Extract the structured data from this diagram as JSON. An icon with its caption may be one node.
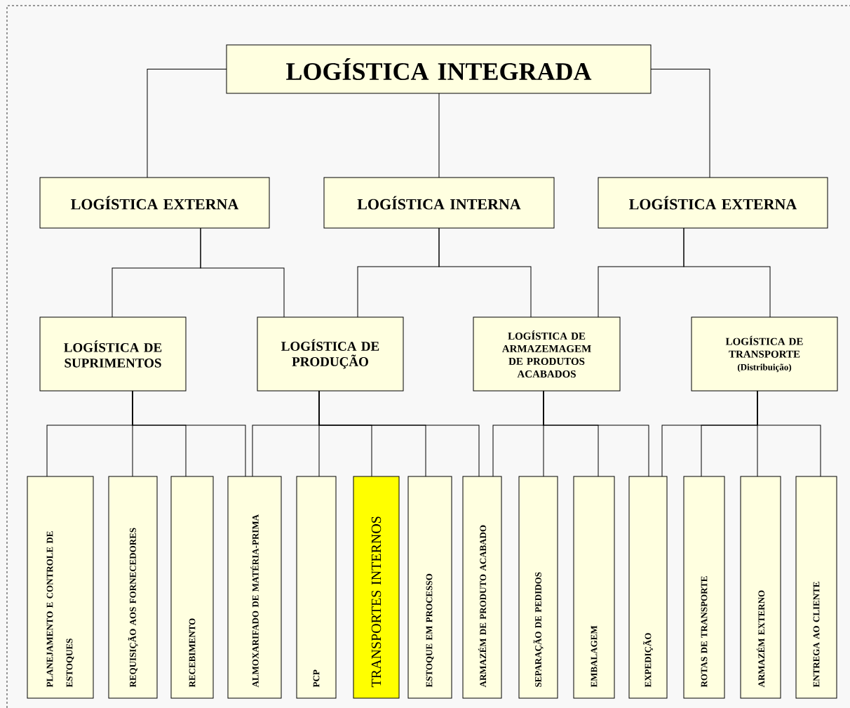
{
  "diagram": {
    "nodes": [
      {
        "text": [
          "LOGÍSTICA INTEGRADA"
        ]
      },
      {
        "text": [
          "LOGÍSTICA EXTERNA"
        ]
      },
      {
        "text": [
          "LOGÍSTICA INTERNA"
        ]
      },
      {
        "text": [
          "LOGÍSTICA EXTERNA"
        ]
      },
      {
        "text": [
          "LOGÍSTICA DE SUPRIMENTOS"
        ]
      },
      {
        "text": [
          "LOGÍSTICA DE PRODUÇÃO"
        ]
      },
      {
        "text": [
          "LOGÍSTICA DE ARMAZEMAGEM DE PRODUTOS ACABADOS"
        ]
      },
      {
        "text": [
          "LOGÍSTICA DE TRANSPORTE",
          "(Distribuição)"
        ]
      },
      {
        "text": [
          "PLANEJAMENTO E CONTROLE DE ESTOQUES"
        ]
      },
      {
        "text": [
          "REQUISIÇÃO AOS FORNECEDORES"
        ]
      },
      {
        "text": [
          "RECEBIMENTO"
        ]
      },
      {
        "text": [
          "ALMOXARIFADO DE MATÉRIA-PRIMA"
        ]
      },
      {
        "text": [
          "PCP"
        ]
      },
      {
        "text": [
          "TRANSPORTES INTERNOS"
        ]
      },
      {
        "text": [
          "ESTOQUE EM PROCESSO"
        ]
      },
      {
        "text": [
          "ARMAZÉM DE PRODUTO ACABADO"
        ]
      },
      {
        "text": [
          "SEPARAÇÃO DE PEDIDOS"
        ]
      },
      {
        "text": [
          "EMBALAGEM"
        ]
      },
      {
        "text": [
          "EXPEDIÇÃO"
        ]
      },
      {
        "text": [
          "ROTAS DE TRANSPORTE"
        ]
      },
      {
        "text": [
          "ARMAZÉM EXTERNO"
        ]
      },
      {
        "text": [
          "ENTREGA AO CLIENTE"
        ]
      }
    ],
    "edges": [
      {
        "from": 0,
        "to": 1,
        "arrow": "none"
      },
      {
        "from": 0,
        "to": 2,
        "arrow": "none"
      },
      {
        "from": 0,
        "to": 3,
        "arrow": "none"
      },
      {
        "from": 1,
        "to": 4,
        "arrow": "none"
      },
      {
        "from": 1,
        "to": 5,
        "arrow": "none"
      },
      {
        "from": 2,
        "to": 5,
        "arrow": "none"
      },
      {
        "from": 2,
        "to": 6,
        "arrow": "none"
      },
      {
        "from": 3,
        "to": 6,
        "arrow": "none"
      },
      {
        "from": 3,
        "to": 7,
        "arrow": "none"
      },
      {
        "from": 4,
        "to": 8,
        "arrow": "none"
      },
      {
        "from": 4,
        "to": 9,
        "arrow": "none"
      },
      {
        "from": 4,
        "to": 10,
        "arrow": "none"
      },
      {
        "from": 4,
        "to": 11,
        "arrow": "none"
      },
      {
        "from": 5,
        "to": 11,
        "arrow": "none"
      },
      {
        "from": 5,
        "to": 12,
        "arrow": "none"
      },
      {
        "from": 5,
        "to": 13,
        "arrow": "none"
      },
      {
        "from": 5,
        "to": 14,
        "arrow": "none"
      },
      {
        "from": 5,
        "to": 15,
        "arrow": "none"
      },
      {
        "from": 6,
        "to": 15,
        "arrow": "none"
      },
      {
        "from": 6,
        "to": 16,
        "arrow": "none"
      },
      {
        "from": 6,
        "to": 17,
        "arrow": "none"
      },
      {
        "from": 6,
        "to": 18,
        "arrow": "none"
      },
      {
        "from": 7,
        "to": 18,
        "arrow": "none"
      },
      {
        "from": 7,
        "to": 19,
        "arrow": "none"
      },
      {
        "from": 7,
        "to": 20,
        "arrow": "none"
      },
      {
        "from": 7,
        "to": 21,
        "arrow": "none"
      }
    ]
  }
}
